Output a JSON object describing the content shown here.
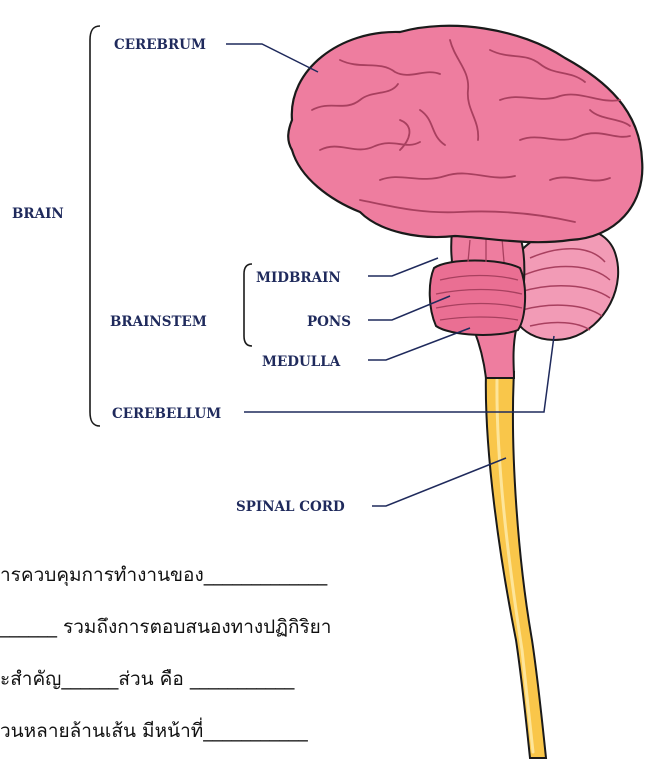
{
  "labels": {
    "cerebrum": "CEREBRUM",
    "brain": "BRAIN",
    "midbrain": "MIDBRAIN",
    "pons": "PONS",
    "brainstem": "BRAINSTEM",
    "medulla": "MEDULLA",
    "cerebellum": "CEREBELLUM",
    "spinal_cord": "SPINAL CORD"
  },
  "worksheet": {
    "line1": "ารควบคุมการทำงานของ_____________",
    "line2": "______ รวมถึงการตอบสนองทางปฏิกิริยา",
    "line3": "ะสำคัญ______ส่วน คือ ___________",
    "line4": "วนหลายล้านเส้น มีหน้าที่___________"
  },
  "colors": {
    "brain_pink": "#ee7d9f",
    "cerebellum_pink": "#f29bb6",
    "spinal_yellow": "#f9c64a",
    "label_navy": "#1f2a5c"
  }
}
